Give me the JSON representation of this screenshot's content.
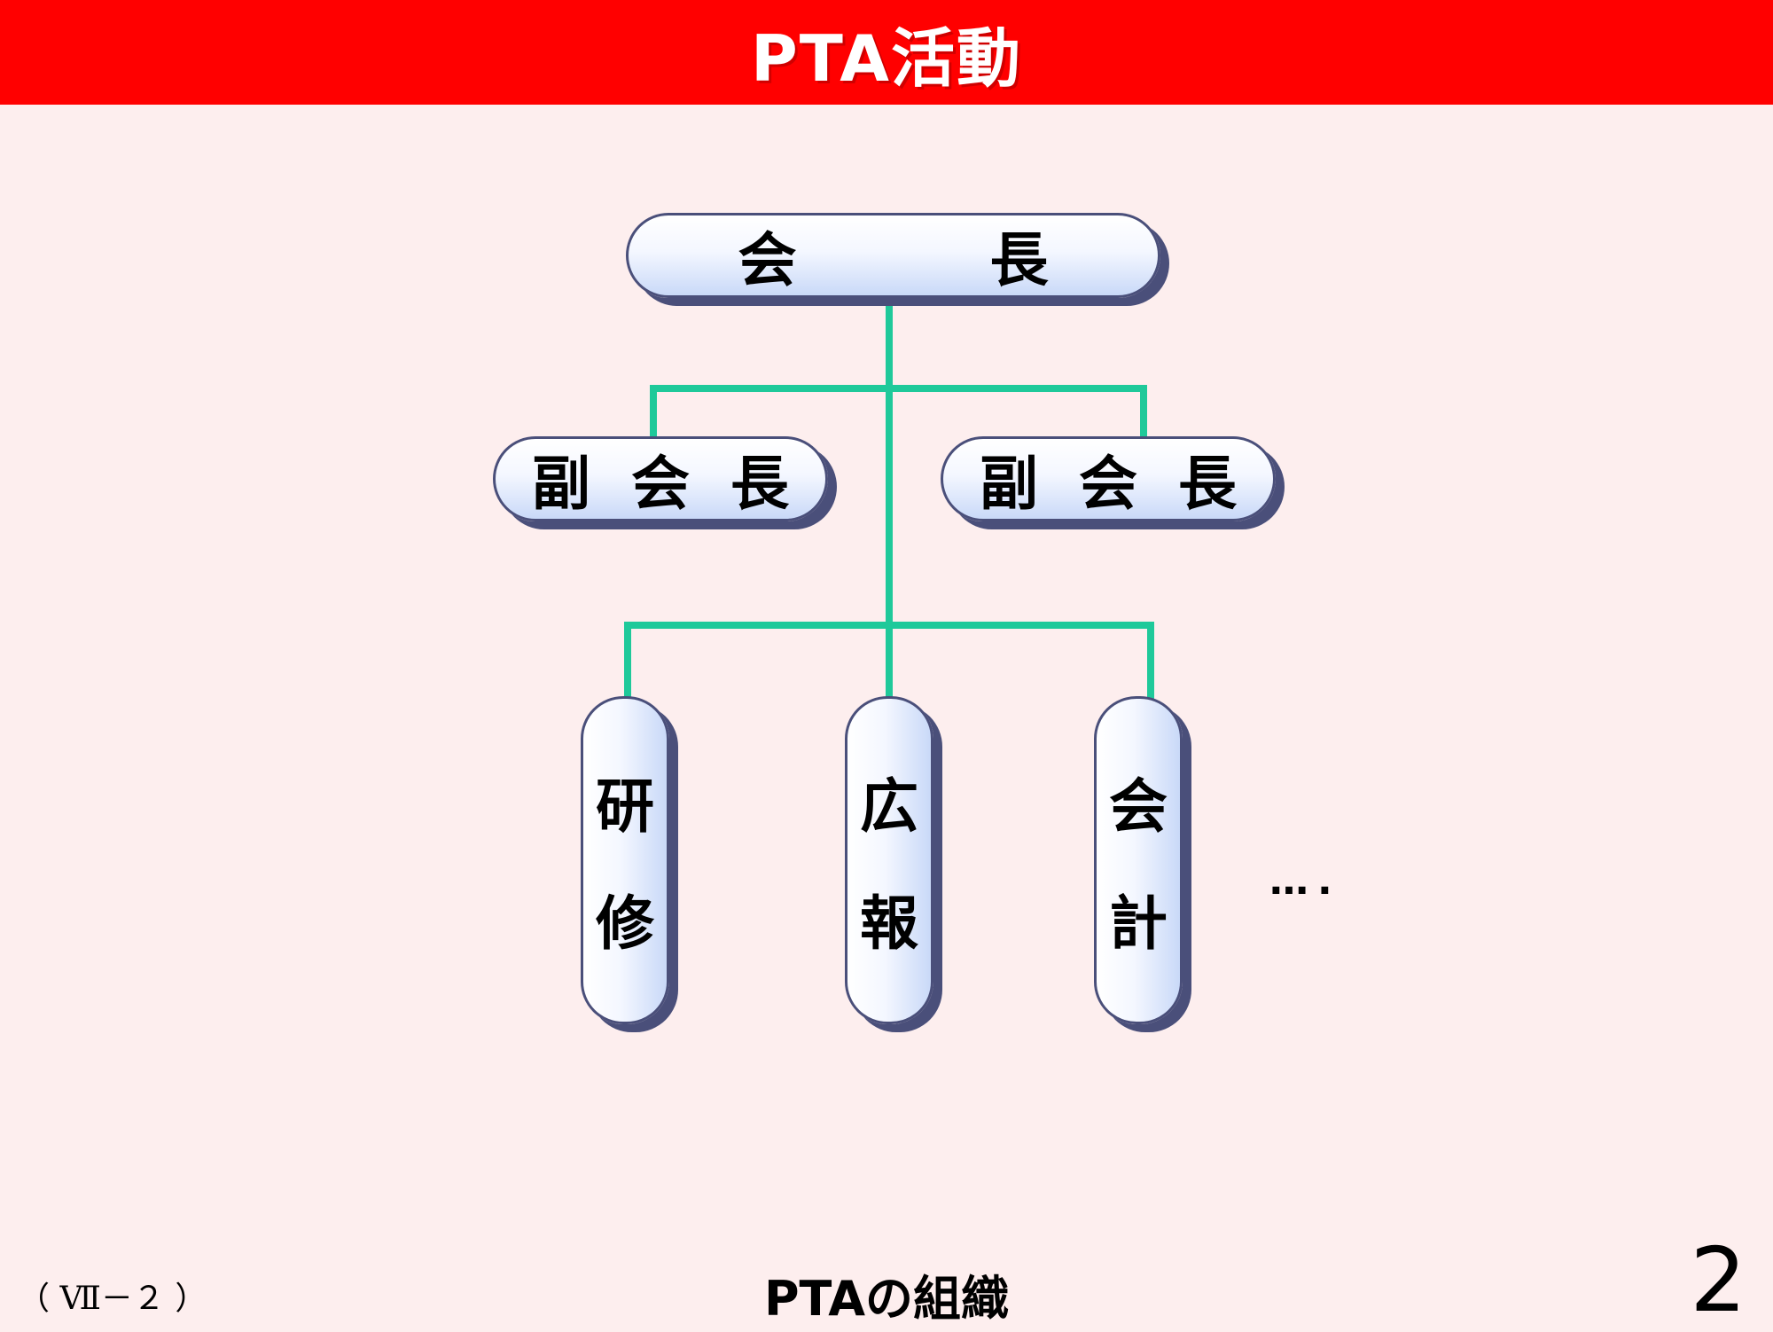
{
  "header": {
    "title": "PTA活動"
  },
  "chart": {
    "president": [
      "会",
      "長"
    ],
    "vice_president_left": [
      "副",
      "会",
      "長"
    ],
    "vice_president_right": [
      "副",
      "会",
      "長"
    ],
    "committees": [
      {
        "chars": [
          "研",
          "修"
        ]
      },
      {
        "chars": [
          "広",
          "報"
        ]
      },
      {
        "chars": [
          "会",
          "計"
        ]
      }
    ],
    "more": "….",
    "line_color": "#1fc99a"
  },
  "footer": {
    "section": "（ Ⅶ－２ ）",
    "caption": "PTAの組織",
    "page_number": "2"
  }
}
